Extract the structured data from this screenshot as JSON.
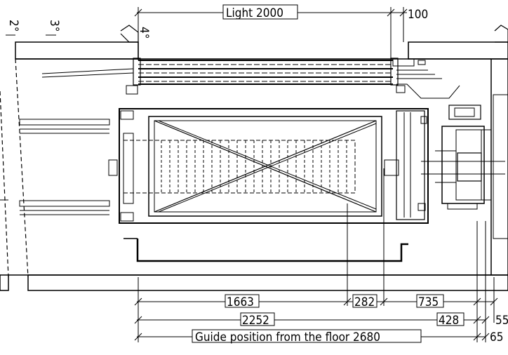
{
  "labels": {
    "light": "Light 2000",
    "top_offset": "100",
    "floor_2": "2°",
    "floor_3": "3°",
    "floor_4": "4°",
    "dim_1663": "1663",
    "dim_282": "282",
    "dim_735": "735",
    "dim_2252": "2252",
    "dim_428": "428",
    "dim_55": "55",
    "guide_position": "Guide position from the floor 2680",
    "dim_65": "65"
  },
  "colors": {
    "line": "#000000",
    "background": "#ffffff"
  }
}
